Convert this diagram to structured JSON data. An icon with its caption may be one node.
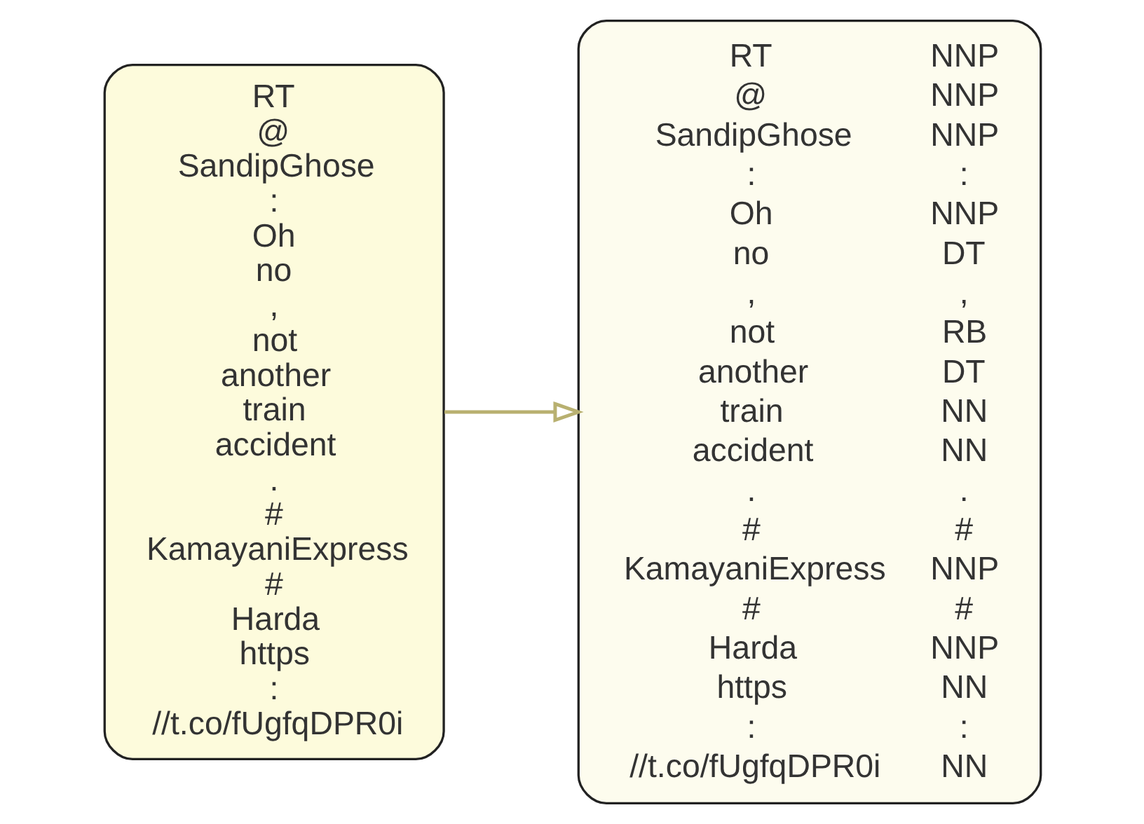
{
  "diagram": {
    "nodes": [
      {
        "text": [
          "RT",
          "@",
          "SandipGhose",
          ":",
          "Oh",
          "no",
          ",",
          "not",
          "another",
          "train",
          "accident",
          ".",
          "#",
          "KamayaniExpress",
          "#",
          "Harda",
          "https",
          ":",
          "//t.co/fUgfqDPR0i"
        ]
      },
      {
        "text": [
          "RT",
          "NNP",
          "@",
          "NNP",
          "SandipGhose",
          "NNP",
          ":",
          ":",
          "Oh",
          "NNP",
          "no",
          "DT",
          ",",
          ",",
          "not",
          "RB",
          "another",
          "DT",
          "train",
          "NN",
          "accident",
          "NN",
          ".",
          ".",
          "#",
          "#",
          "KamayaniExpress",
          "NNP",
          "#",
          "#",
          "Harda",
          "NNP",
          "https",
          "NN",
          ":",
          ":",
          "//t.co/fUgfqDPR0i",
          "NN"
        ]
      }
    ],
    "edges": [
      {
        "from": 0,
        "to": 1,
        "arrow": "to"
      }
    ]
  }
}
